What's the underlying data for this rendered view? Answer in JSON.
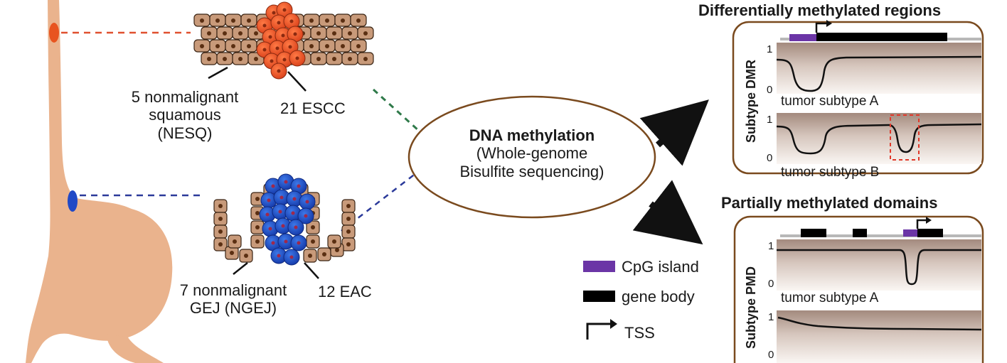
{
  "tissues": {
    "nesq": [
      "5 nonmalignant",
      "squamous",
      "(NESQ)"
    ],
    "escc": "21 ESCC",
    "ngej": [
      "7 nonmalignant",
      "GEJ (NGEJ)"
    ],
    "eac": "12 EAC"
  },
  "center": {
    "title": "DNA methylation",
    "line2": "(Whole-genome",
    "line3": "Bisulfite sequencing)"
  },
  "legend": {
    "cpg": "CpG island",
    "gene_body": "gene body",
    "tss": "TSS"
  },
  "dmr": {
    "heading": "Differentially methylated regions",
    "axis_label": "Subtype DMR",
    "panel_a": "tumor subtype A",
    "panel_b": "tumor subtype B",
    "tick_1": "1",
    "tick_0": "0"
  },
  "pmd": {
    "heading": "Partially methylated domains",
    "axis_label": "Subtype PMD",
    "panel_a": "tumor subtype A",
    "tick_1": "1",
    "tick_0": "0"
  },
  "colors": {
    "tissue": "#eab38d",
    "escc_cell": "#ee5a2a",
    "eac_cell": "#1f57cc",
    "normal_cell": "#c89a7a",
    "nucleus": "#5a2f12",
    "cpg": "#6b35a6",
    "panel_border": "#7a4a1e",
    "link_red": "#e0502f",
    "link_green": "#2f7a4a",
    "link_blue": "#2b3a9a"
  }
}
